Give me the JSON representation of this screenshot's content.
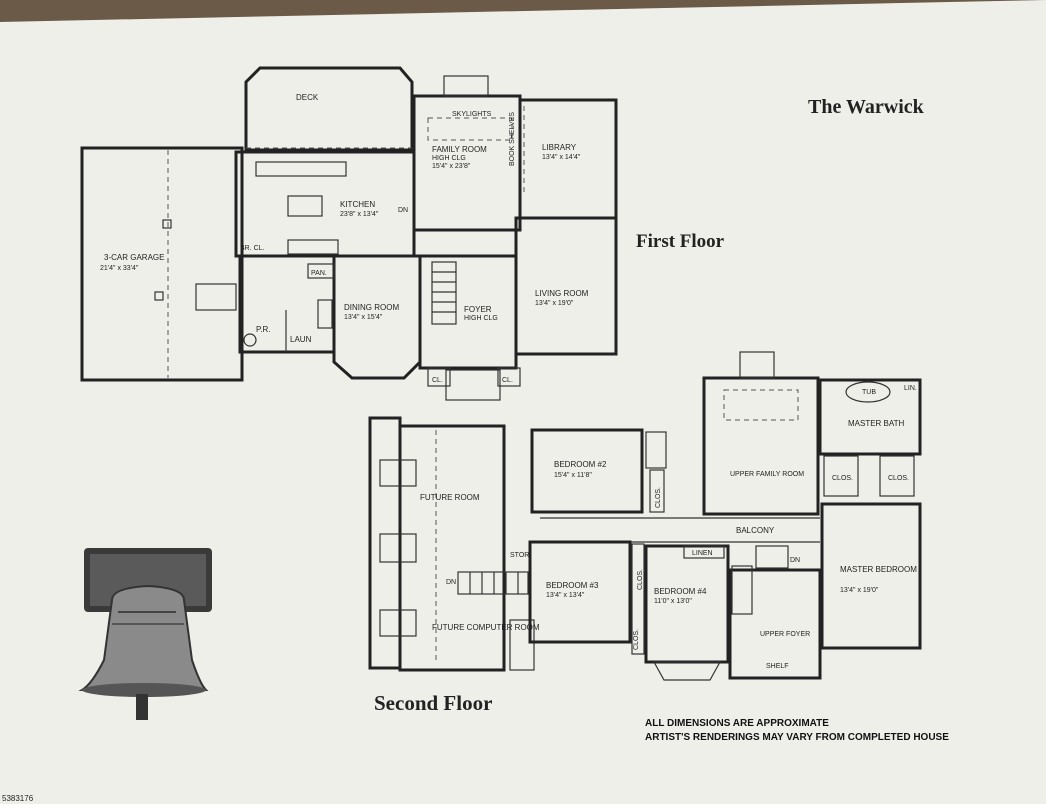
{
  "title": "The Warwick",
  "first_floor_label": "First Floor",
  "second_floor_label": "Second Floor",
  "notes": {
    "line1": "ALL DIMENSIONS ARE APPROXIMATE",
    "line2": "ARTIST'S RENDERINGS MAY VARY FROM COMPLETED HOUSE"
  },
  "listing_id": "5383176",
  "first_floor": {
    "deck": "DECK",
    "skylights": "SKYLIGHTS",
    "bookshelves": "BOOK SHELVES",
    "family_room": {
      "name": "FAMILY ROOM",
      "note": "HIGH CLG",
      "dims": "15'4\" x 23'8\""
    },
    "library": {
      "name": "LIBRARY",
      "dims": "13'4\" x 14'4\""
    },
    "kitchen": {
      "name": "KITCHEN",
      "dims": "23'8\" x 13'4\""
    },
    "garage": {
      "name": "3-CAR GARAGE",
      "dims": "21'4\" x 33'4\""
    },
    "dining_room": {
      "name": "DINING ROOM",
      "dims": "13'4\" x 15'4\""
    },
    "foyer": {
      "name": "FOYER",
      "note": "HIGH CLG"
    },
    "living_room": {
      "name": "LIVING ROOM",
      "dims": "13'4\" x 19'0\""
    },
    "pan": "PAN.",
    "pr": "P.R.",
    "laun": "LAUN",
    "brcl": "BR. CL.",
    "cl1": "CL.",
    "cl2": "CL.",
    "dn": "DN"
  },
  "second_floor": {
    "future_room": "FUTURE ROOM",
    "future_computer_room": "FUTURE COMPUTER ROOM",
    "bedroom2": {
      "name": "BEDROOM #2",
      "dims": "15'4\" x 11'8\""
    },
    "upper_family_room": "UPPER FAMILY ROOM",
    "master_bath": "MASTER BATH",
    "tub": "TUB",
    "lin": "LIN.",
    "clos1": "CLOS.",
    "clos2": "CLOS.",
    "clos3": "CLOS.",
    "clos4": "CLOS.",
    "clos5": "CLOS.",
    "balcony": "BALCONY",
    "stor": "STOR.",
    "linen": "LINEN",
    "bedroom3": {
      "name": "BEDROOM #3",
      "dims": "13'4\" x 13'4\""
    },
    "bedroom4": {
      "name": "BEDROOM #4",
      "dims": "11'0\" x 13'0\""
    },
    "master_bedroom": {
      "name": "MASTER BEDROOM",
      "dims": "13'4\" x 19'0\""
    },
    "upper_foyer": "UPPER FOYER",
    "shelf": "SHELF",
    "dn1": "DN",
    "dn2": "DN"
  }
}
